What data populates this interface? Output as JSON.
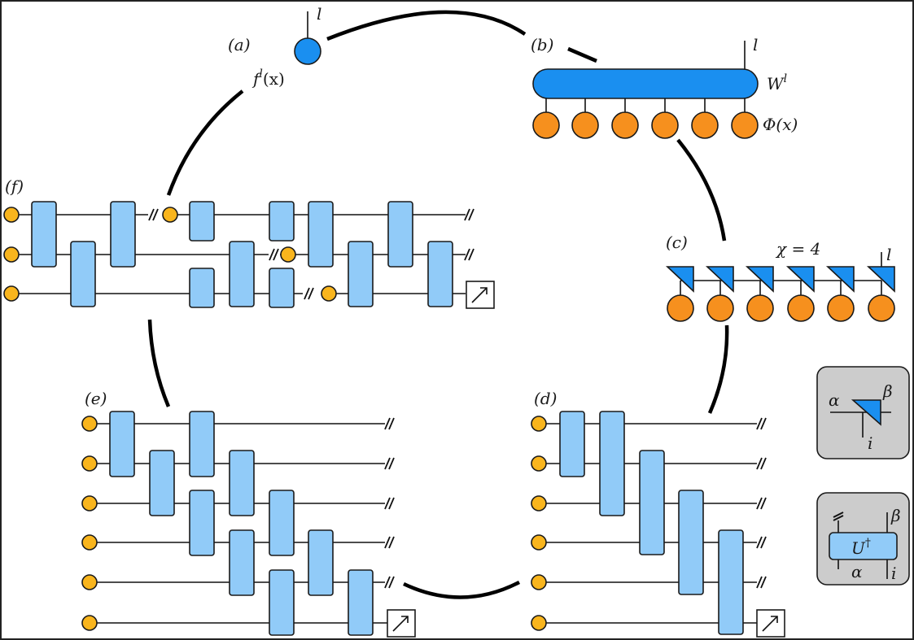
{
  "panels": {
    "a": {
      "label": "(a)",
      "leg": "l",
      "func": "f",
      "func_sup": "l",
      "func_arg": "(x)"
    },
    "b": {
      "label": "(b)",
      "leg": "l",
      "tensor": "W",
      "tensor_sup": "l",
      "feature": "Φ(x)"
    },
    "c": {
      "label": "(c)",
      "bond": "χ = 4",
      "leg": "l"
    },
    "d": {
      "label": "(d)"
    },
    "e": {
      "label": "(e)"
    },
    "f": {
      "label": "(f)"
    }
  },
  "legend": {
    "mps_tensor": {
      "left": "α",
      "right": "β",
      "bottom": "i"
    },
    "unitary": {
      "gate": "U",
      "gate_sup": "†",
      "top_right": "β",
      "bottom_left": "α",
      "bottom_right": "i"
    }
  },
  "colors": {
    "gate_fill": "#91cbf8",
    "qubit_in": "#f9b51d",
    "feature_node": "#f6901e",
    "tensor_blue": "#1a8ff0",
    "legend_bg": "#cccccc"
  }
}
